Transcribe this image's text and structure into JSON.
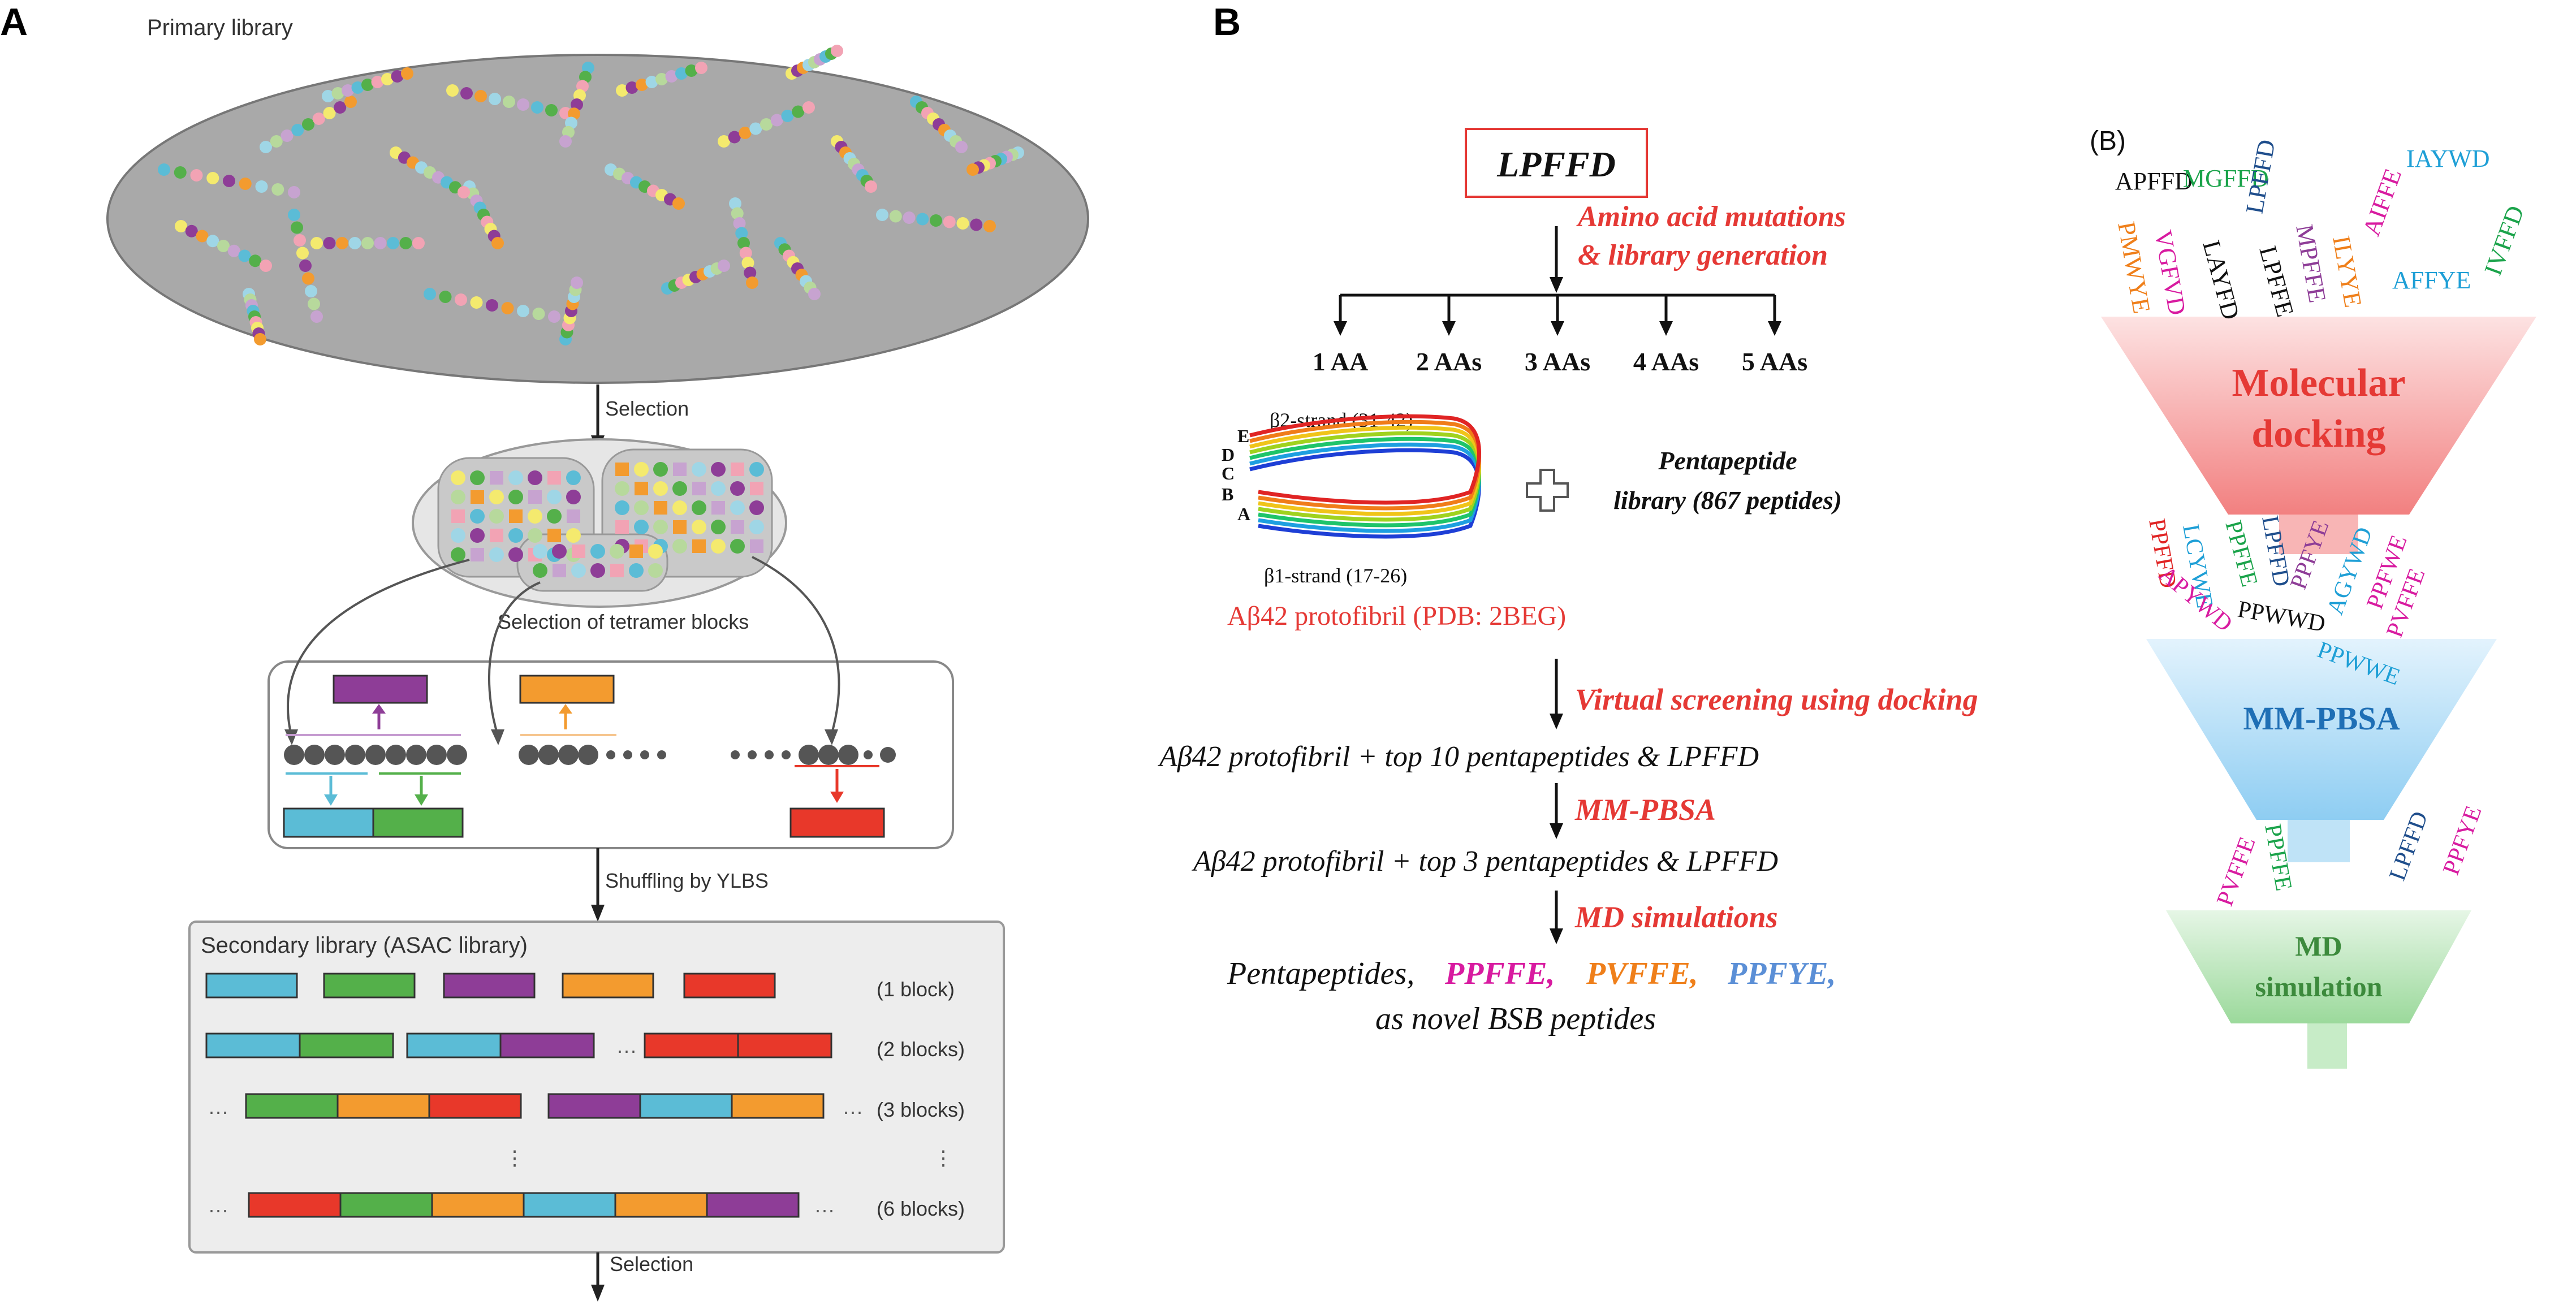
{
  "panel_a": {
    "letter": "A",
    "primary_library": "Primary library",
    "selection_1": "Selection",
    "selection_tetramer": "Selection of tetramer blocks",
    "shuffling": "Shuffling by YLBS",
    "secondary_library": "Secondary library (ASAC library)",
    "row_labels": [
      "(1 block)",
      "(2 blocks)",
      "(3 blocks)",
      "(6 blocks)"
    ],
    "selection_2": "Selection",
    "colors": {
      "blue": "#5bbcd6",
      "green": "#54b04a",
      "purple": "#8e3d97",
      "orange": "#f39b2f",
      "red": "#e8382a",
      "yellow": "#f4ea6e",
      "pink": "#f2a3b4",
      "gray_ellipse": "#a9a9a9"
    }
  },
  "panel_b": {
    "letter": "B",
    "lpffd": "LPFFD",
    "mutations_1": "Amino acid mutations",
    "mutations_2": "& library generation",
    "aa_labels": [
      "1 AA",
      "2 AAs",
      "3 AAs",
      "4 AAs",
      "5 AAs"
    ],
    "strand_top": "β2-strand (31-42)",
    "strand_bottom": "β1-strand (17-26)",
    "strand_letters": [
      "E",
      "D",
      "C",
      "B",
      "A"
    ],
    "library_1": "Pentapeptide",
    "library_2": "library (867 peptides)",
    "protofibril": "Aβ42 protofibril (PDB: 2BEG)",
    "virtual_screening": "Virtual screening using docking",
    "top10": "Aβ42 protofibril + top 10 pentapeptides & LPFFD",
    "mmpbsa_label": "MM-PBSA",
    "top3": "Aβ42 protofibril + top 3 pentapeptides & LPFFD",
    "md_label": "MD simulations",
    "result_prefix": "Pentapeptides,",
    "result_p1": "PPFFE,",
    "result_p2": "PVFFE,",
    "result_p3": "PPFYE,",
    "result_line2": "as novel BSB peptides"
  },
  "panel_b2": {
    "label": "(B)",
    "stage1": "Molecular",
    "stage1b": "docking",
    "stage2": "MM-PBSA",
    "stage3": "MD",
    "stage3b": "simulation",
    "top_peptides": [
      "APFFD",
      "MGFFD",
      "LPFFD",
      "IAYWD",
      "PMWYE",
      "VGFVD",
      "LAYFD",
      "LPFFE",
      "MPFFE",
      "ILYYE",
      "AIFFE",
      "AFFYE",
      "IVFFD"
    ],
    "mid_peptides": [
      "PPFFD",
      "LCYWE",
      "PPFFE",
      "LPFFD",
      "APYWD",
      "PPWWD",
      "PPFYE",
      "AGYWD",
      "PPFWE",
      "PVFFE",
      "PPWWE"
    ],
    "final_peptides": [
      "PVFFE",
      "PPFFE",
      "LPFFD",
      "PPFYE"
    ]
  }
}
